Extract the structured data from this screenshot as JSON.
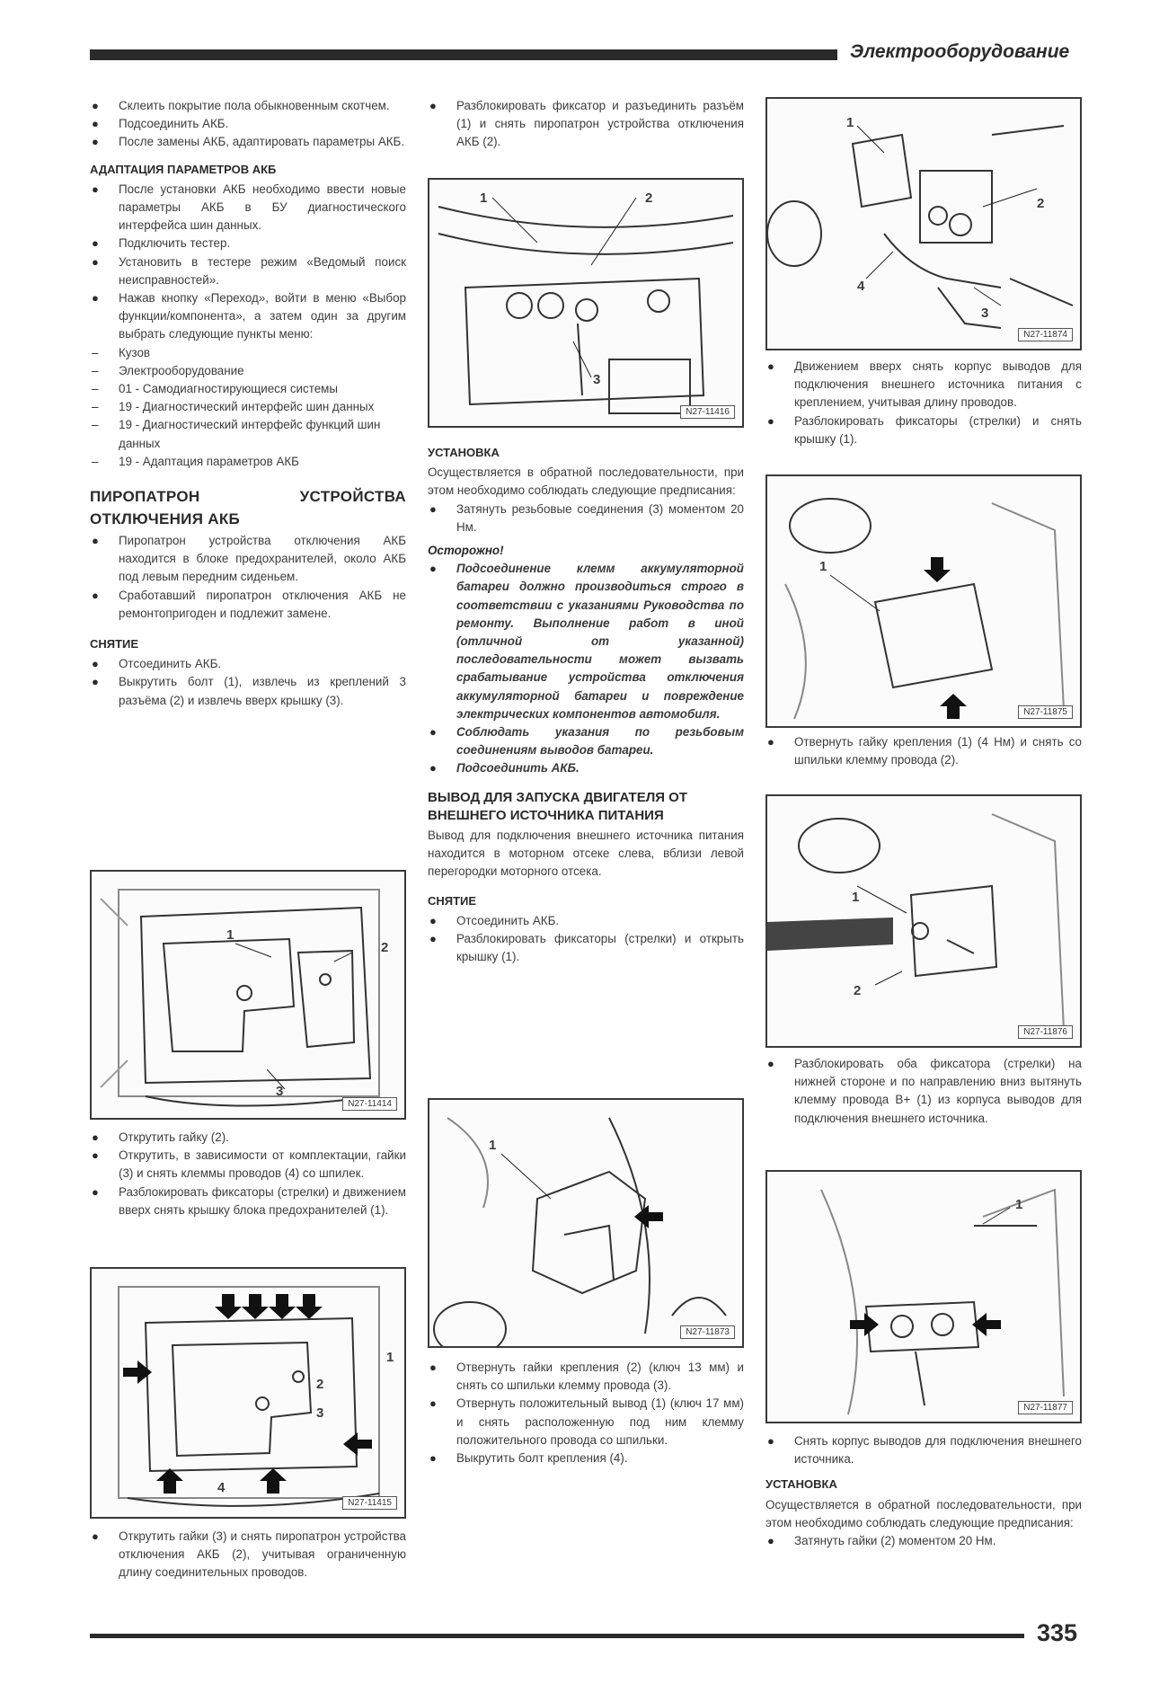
{
  "header": {
    "title": "Электрооборудование"
  },
  "footer": {
    "page_number": "335"
  },
  "col1": {
    "b1": "Склеить покрытие пола обыкновенным скотчем.",
    "b2": "Подсоединить АКБ.",
    "b3": "После замены АКБ, адаптировать параметры АКБ.",
    "h_adapt": "АДАПТАЦИЯ ПАРАМЕТРОВ АКБ",
    "a1": "После установки АКБ необходимо ввести новые параметры АКБ в БУ диагностического интерфейса шин данных.",
    "a2": "Подключить тестер.",
    "a3": "Установить в тестере режим «Ведомый поиск неисправностей».",
    "a4": "Нажав кнопку «Переход», войти в меню «Выбор функции/компонента», а затем один за другим выбрать следующие пункты меню:",
    "d1": "Кузов",
    "d2": "Электрооборудование",
    "d3": "01 - Самодиагностирующиеся системы",
    "d4": "19 - Диагностический интерфейс шин данных",
    "d5": "19 - Диагностический интерфейс функций шин данных",
    "d6": "19 - Адаптация параметров АКБ",
    "h_piro": "ПИРОПАТРОН УСТРОЙСТВА ОТКЛЮЧЕНИЯ АКБ",
    "p1": "Пиропатрон устройства отключения АКБ находится в блоке предохранителей, около АКБ под левым передним сиденьем.",
    "p2": "Сработавший пиропатрон отключения АКБ не ремонтопригоден и подлежит замене.",
    "h_snyatie": "СНЯТИЕ",
    "s1": "Отсоединить АКБ.",
    "s2": "Выкрутить болт (1), извлечь из креплений 3 разъёма (2) и извлечь вверх крышку (3).",
    "s3": "Открутить гайку (2).",
    "s4": "Открутить, в зависимости от комплектации, гайки (3) и снять клеммы проводов (4) со шпилек.",
    "s5": "Разблокировать фиксаторы (стрелки) и движением вверх снять крышку блока предохранителей (1).",
    "s6": "Открутить гайки (3) и снять пиропатрон устройства отключения АКБ (2), учитывая ограниченную длину соединительных проводов."
  },
  "col2": {
    "b1": "Разблокировать фиксатор и разъединить разъём (1) и снять пиропатрон устройства отключения АКБ (2).",
    "h_ust": "УСТАНОВКА",
    "u_para": "Осуществляется в обратной последовательности, при этом необходимо соблюдать следующие предписания:",
    "u1": "Затянуть резьбовые соединения (3) моментом 20 Нм.",
    "warn_h": "Осторожно!",
    "w1": "Подсоединение клемм аккумуляторной батареи должно производиться строго в соответствии с указаниями Руководства по ремонту. Выполнение работ в иной (отличной от указанной) последовательности может вызвать срабатывание устройства отключения аккумуляторной батареи и повреждение электрических компонентов автомобиля.",
    "w2": "Соблюдать указания по резьбовым соединениям выводов батареи.",
    "w3": "Подсоединить АКБ.",
    "h_vyvod1": "ВЫВОД ДЛЯ ЗАПУСКА ДВИГАТЕЛЯ ОТ",
    "h_vyvod2": "ВНЕШНЕГО ИСТОЧНИКА ПИТАНИЯ",
    "v_para": "Вывод для подключения внешнего источника питания находится в моторном отсеке слева, вблизи левой перегородки моторного отсека.",
    "h_snyatie": "СНЯТИЕ",
    "s1": "Отсоединить АКБ.",
    "s2": "Разблокировать фиксаторы (стрелки) и открыть крышку (1).",
    "s3": "Отвернуть гайки крепления (2) (ключ 13 мм) и снять со шпильки клемму провода (3).",
    "s4": "Отвернуть положительный вывод (1) (ключ 17 мм) и снять расположенную под ним клемму положительного провода со шпильки.",
    "s5": "Выкрутить болт крепления (4)."
  },
  "col3": {
    "b1": "Движением вверх снять корпус выводов для подключения внешнего источника питания с креплением, учитывая длину проводов.",
    "b2": "Разблокировать фиксаторы (стрелки) и снять крышку (1).",
    "b3": "Отвернуть гайку крепления (1) (4 Нм) и снять со шпильки клемму провода (2).",
    "b4": "Разблокировать оба фиксатора (стрелки) на нижней стороне и по направлению вниз вытянуть клемму провода В+ (1) из корпуса выводов для подключения внешнего источника.",
    "b5": "Снять корпус выводов для подключения внешнего источника.",
    "h_ust": "УСТАНОВКА",
    "u_para": "Осуществляется в обратной последовательности, при этом необходимо соблюдать следующие предписания:",
    "u1": "Затянуть гайки (2) моментом 20 Нм."
  },
  "figures": {
    "f1": {
      "num": "N27-11414",
      "l1": "1",
      "l2": "2",
      "l3": "3"
    },
    "f2": {
      "num": "N27-11415",
      "l1": "1",
      "l2": "2",
      "l3": "3",
      "l4": "4"
    },
    "f3": {
      "num": "N27-11416",
      "l1": "1",
      "l2": "2",
      "l3": "3"
    },
    "f4": {
      "num": "N27-11873",
      "l1": "1"
    },
    "f5": {
      "num": "N27-11874",
      "l1": "1",
      "l2": "2",
      "l3": "3",
      "l4": "4"
    },
    "f6": {
      "num": "N27-11875",
      "l1": "1"
    },
    "f7": {
      "num": "N27-11876",
      "l1": "1",
      "l2": "2"
    },
    "f8": {
      "num": "N27-11877",
      "l1": "1"
    }
  }
}
